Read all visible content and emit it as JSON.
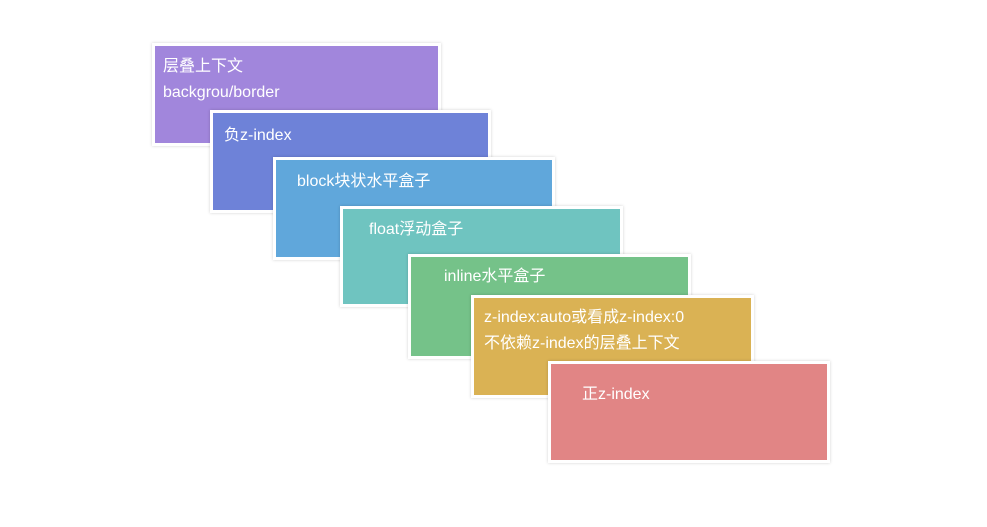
{
  "canvas": {
    "background_color": "#ffffff"
  },
  "diagram": {
    "description_labels": {
      "text_color": "#ffffff",
      "border_color": "#ffffff"
    },
    "stack_layers": [
      {
        "id": "stacking-context-background-border",
        "color": "#a186dc",
        "lines": [
          "层叠上下文",
          "backgrou/border"
        ]
      },
      {
        "id": "negative-z-index",
        "color": "#6e82d8",
        "lines": [
          "负z-index"
        ]
      },
      {
        "id": "block-level-box",
        "color": "#60a7db",
        "lines": [
          "block块状水平盒子"
        ]
      },
      {
        "id": "float-box",
        "color": "#6fc4c0",
        "lines": [
          "float浮动盒子"
        ]
      },
      {
        "id": "inline-box",
        "color": "#75c289",
        "lines": [
          "inline水平盒子"
        ]
      },
      {
        "id": "z-index-auto",
        "color": "#dab254",
        "lines": [
          "z-index:auto或看成z-index:0",
          "不依赖z-index的层叠上下文"
        ]
      },
      {
        "id": "positive-z-index",
        "color": "#e18585",
        "lines": [
          "正z-index"
        ]
      }
    ]
  }
}
